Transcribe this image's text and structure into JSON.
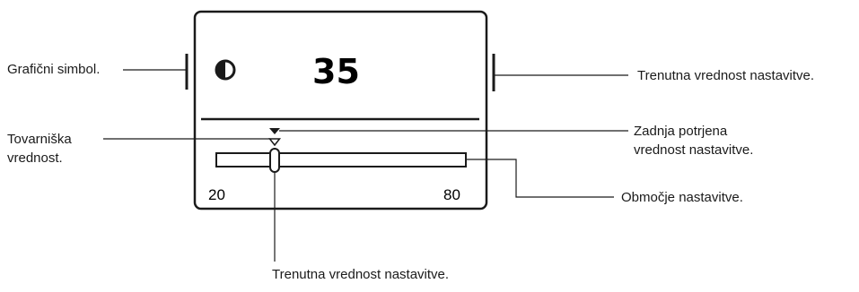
{
  "display": {
    "current_value": "35",
    "range_min": "20",
    "range_max": "80",
    "symbol_icon": "half-filled-circle-icon"
  },
  "callouts": {
    "graphic_symbol": "Grafični simbol.",
    "current_value_right": "Trenutna vrednost nastavitve.",
    "factory_value_line1": "Tovarniška",
    "factory_value_line2": "vrednost.",
    "last_confirmed_line1": "Zadnja potrjena",
    "last_confirmed_line2": "vrednost nastavitve.",
    "setting_range": "Območje nastavitve.",
    "current_value_bottom": "Trenutna vrednost nastavitve."
  },
  "colors": {
    "ink": "#1a1a1a",
    "background": "#ffffff"
  }
}
